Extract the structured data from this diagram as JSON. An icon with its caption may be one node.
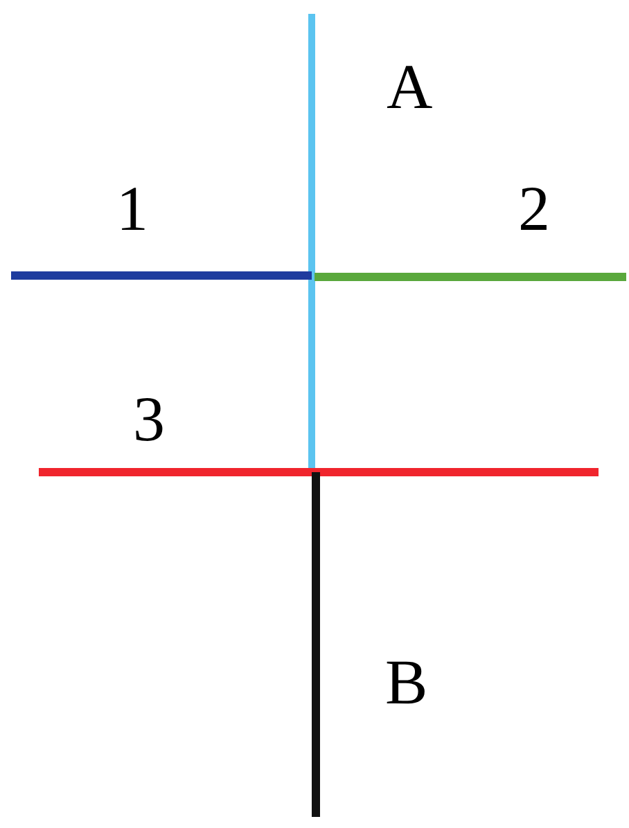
{
  "diagram": {
    "labels": [
      "A",
      "1",
      "2",
      "3",
      "B"
    ]
  }
}
